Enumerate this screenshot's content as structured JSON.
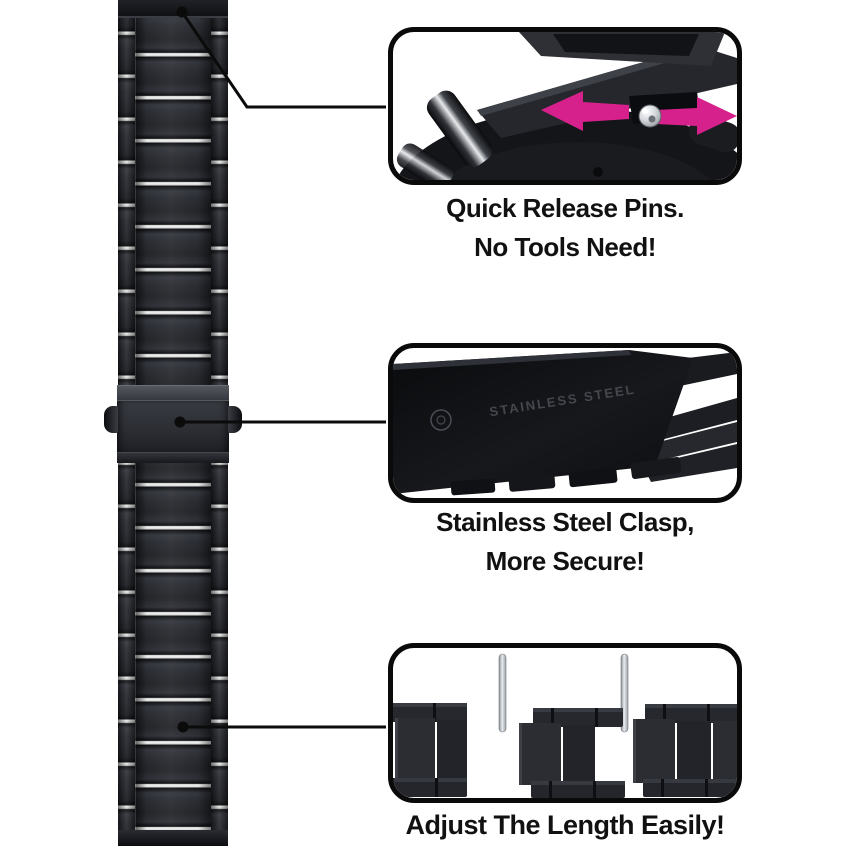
{
  "callouts": {
    "quick_release": {
      "line1": "Quick Release Pins.",
      "line2": "No Tools Need!"
    },
    "clasp": {
      "line1": "Stainless Steel Clasp,",
      "line2": "More Secure!"
    },
    "adjust": {
      "line1": "Adjust The Length Easily!"
    }
  },
  "inset_photos": {
    "clasp_engraving": "STAINLESS STEEL"
  },
  "icons": {
    "slide_arrow": "magenta double-headed arrow",
    "leader_dot": "black annotation dot"
  },
  "colors": {
    "background": "#ffffff",
    "text": "#111111",
    "outline": "#0a0a0a",
    "arrow_magenta": "#d6218c",
    "band_dark": "#26282d",
    "band_highlight": "#ededed",
    "pin_silver": "#c9ced3"
  }
}
